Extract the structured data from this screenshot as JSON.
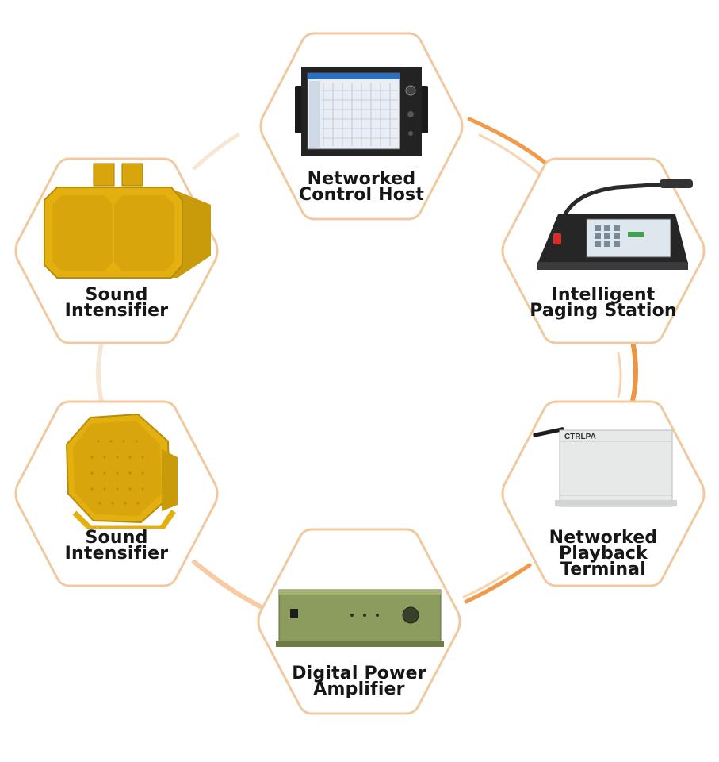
{
  "nodes": [
    {
      "id": "control-host",
      "label_lines": [
        "Networked",
        "Control Host"
      ]
    },
    {
      "id": "paging-station",
      "label_lines": [
        "Intelligent",
        "Paging Station"
      ]
    },
    {
      "id": "playback-terminal",
      "label_lines": [
        "Networked",
        "Playback",
        "Terminal"
      ]
    },
    {
      "id": "power-amplifier",
      "label_lines": [
        "Digital Power",
        "Amplifier"
      ]
    },
    {
      "id": "sound-intensifier-2",
      "label_lines": [
        "Sound",
        "Intensifier"
      ]
    },
    {
      "id": "sound-intensifier-1",
      "label_lines": [
        "Sound",
        "Intensifier"
      ]
    }
  ],
  "device_text": {
    "brand": "CTRLPA"
  },
  "colors": {
    "hex_border": "#f0c9a0",
    "arc_orange": "#ec8a2c",
    "arc_light": "#f7c99a",
    "speaker_yellow": "#e3b00f",
    "amplifier_green": "#8c9b5e",
    "label": "#161616"
  }
}
